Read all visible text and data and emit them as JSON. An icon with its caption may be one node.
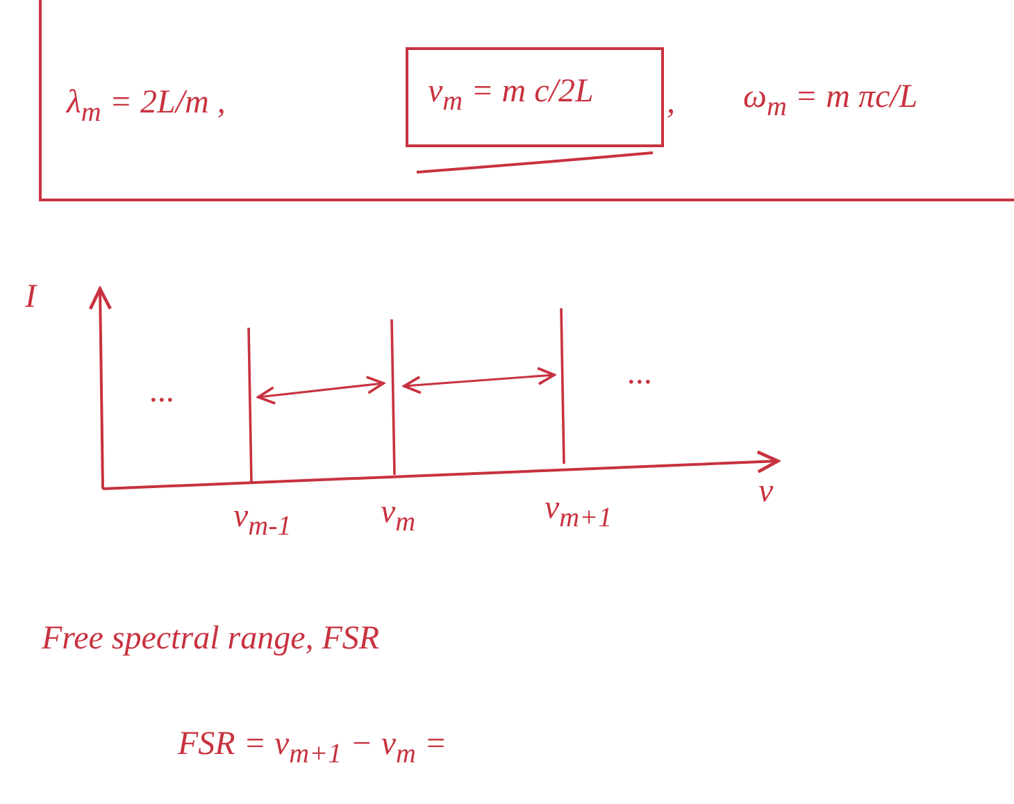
{
  "diagram": {
    "nodes": [
      {
        "text": [
          "λ$_{m}$ = 2L/m ,",
          ",",
          "ω$_{m}$ = m πc/L"
        ]
      },
      {
        "text": [
          "ν$_{m}$ = m c/2L"
        ],
        "in": 0
      }
    ],
    "labels": [
      "I",
      "...",
      "...",
      "ν$_{m-1}$",
      "ν$_{m}$",
      "ν$_{m+1}$",
      "ν",
      "Free spectral range, FSR",
      "FSR = ν$_{m+1}$ − ν$_{m}$ ="
    ]
  }
}
